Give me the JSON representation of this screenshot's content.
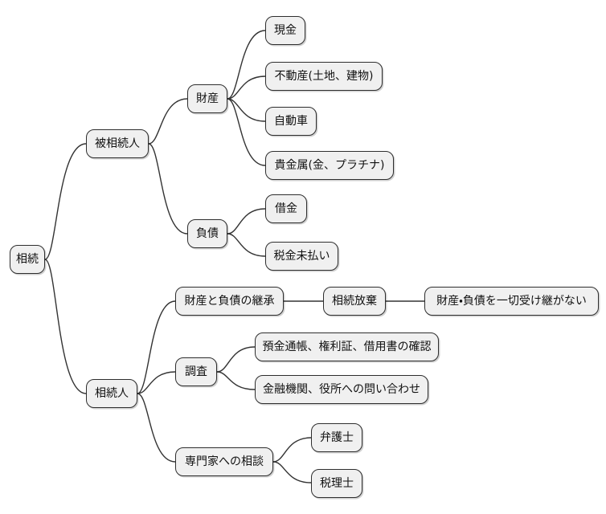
{
  "diagram": {
    "type": "mindmap",
    "language": "ja",
    "topic": "相続",
    "colors": {
      "background": "#ffffff",
      "node_fill": "#f0f0f0",
      "node_border": "#2e2e2e",
      "edge": "#333333",
      "text": "#111111"
    }
  },
  "tree": {
    "label": "相続",
    "children": [
      {
        "label": "被相続人",
        "children": [
          {
            "label": "財産",
            "children": [
              {
                "label": "現金"
              },
              {
                "label": "不動産(土地、建物)"
              },
              {
                "label": "自動車"
              },
              {
                "label": "貴金属(金、プラチナ)"
              }
            ]
          },
          {
            "label": "負債",
            "children": [
              {
                "label": "借金"
              },
              {
                "label": "税金未払い"
              }
            ]
          }
        ]
      },
      {
        "label": "相続人",
        "children": [
          {
            "label": "財産と負債の継承",
            "children": [
              {
                "label": "相続放棄",
                "children": [
                  {
                    "label": "財産・負債を一切受け継がない"
                  }
                ]
              }
            ]
          },
          {
            "label": "調査",
            "children": [
              {
                "label": "預金通帳、権利証、借用書の確認"
              },
              {
                "label": "金融機関、役所への問い合わせ"
              }
            ]
          },
          {
            "label": "専門家への相談",
            "children": [
              {
                "label": "弁護士"
              },
              {
                "label": "税理士"
              }
            ]
          }
        ]
      }
    ]
  }
}
